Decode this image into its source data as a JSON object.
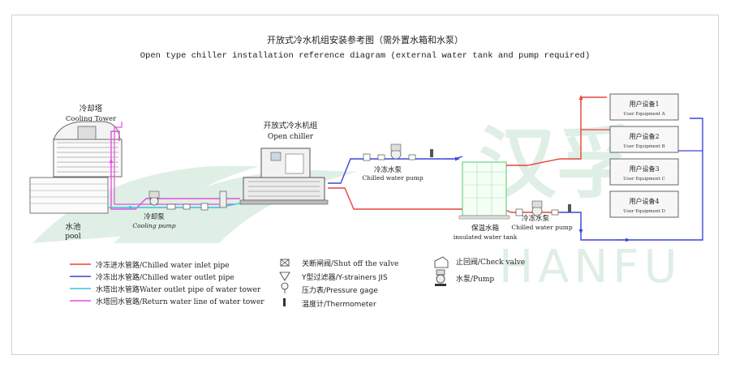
{
  "title": {
    "cn": "开放式冷水机组安装参考图（需外置水箱和水泵）",
    "en": "Open type chiller installation reference diagram (external water tank and pump required)"
  },
  "watermark": {
    "cn": "汉孚",
    "en": "HANFU"
  },
  "colors": {
    "chilled_inlet": "#e8433c",
    "chilled_outlet": "#3c46d8",
    "tower_outlet": "#35c6d6",
    "tower_return": "#e24fe0",
    "watermark": "#8fc7a4",
    "equipment": "#6f6f6f"
  },
  "components": {
    "cooling_tower": {
      "cn": "冷却塔",
      "en": "Cooling Tower"
    },
    "pool": {
      "cn": "水池",
      "en": "pool"
    },
    "cooling_pump": {
      "cn": "冷却泵",
      "en": "Cooling pump"
    },
    "chiller": {
      "cn": "开放式冷水机组",
      "en": "Open chiller"
    },
    "chilled_pump_top": {
      "cn": "冷冻水泵",
      "en": "Chilled water pump"
    },
    "chilled_pump_bottom": {
      "cn": "冷冻水泵",
      "en": "Chilled water pump"
    },
    "tank": {
      "cn": "保温水箱",
      "en": "insulated water tank"
    },
    "user_equipment": [
      {
        "cn": "用户设备1",
        "en": "User Equipment A"
      },
      {
        "cn": "用户设备2",
        "en": "User Equipment B"
      },
      {
        "cn": "用户设备3",
        "en": "User Equipment C"
      },
      {
        "cn": "用户设备4",
        "en": "User Equipment D"
      }
    ]
  },
  "legend": {
    "pipes": [
      {
        "label": "冷冻进水管路/Chilled water inlet pipe",
        "color": "#e8433c"
      },
      {
        "label": "冷冻出水管路/Chilled water outlet pipe",
        "color": "#3c46d8"
      },
      {
        "label": "水塔出水管路Water outlet pipe of water tower",
        "color": "#35c6d6"
      },
      {
        "label": "水塔回水管路/Return water line of water tower",
        "color": "#e24fe0"
      }
    ],
    "symbols": [
      {
        "label": "关断闸阀/Shut off the valve",
        "icon": "shutoff-valve-icon"
      },
      {
        "label": "Y型过滤器/Y-strainers JIS",
        "icon": "y-strainer-icon"
      },
      {
        "label": "压力表/Pressure gage",
        "icon": "pressure-gauge-icon"
      },
      {
        "label": "温度计/Thermometer",
        "icon": "thermometer-icon"
      },
      {
        "label": "止回阀/Check valve",
        "icon": "check-valve-icon"
      },
      {
        "label": "水泵/Pump",
        "icon": "pump-icon"
      }
    ]
  }
}
